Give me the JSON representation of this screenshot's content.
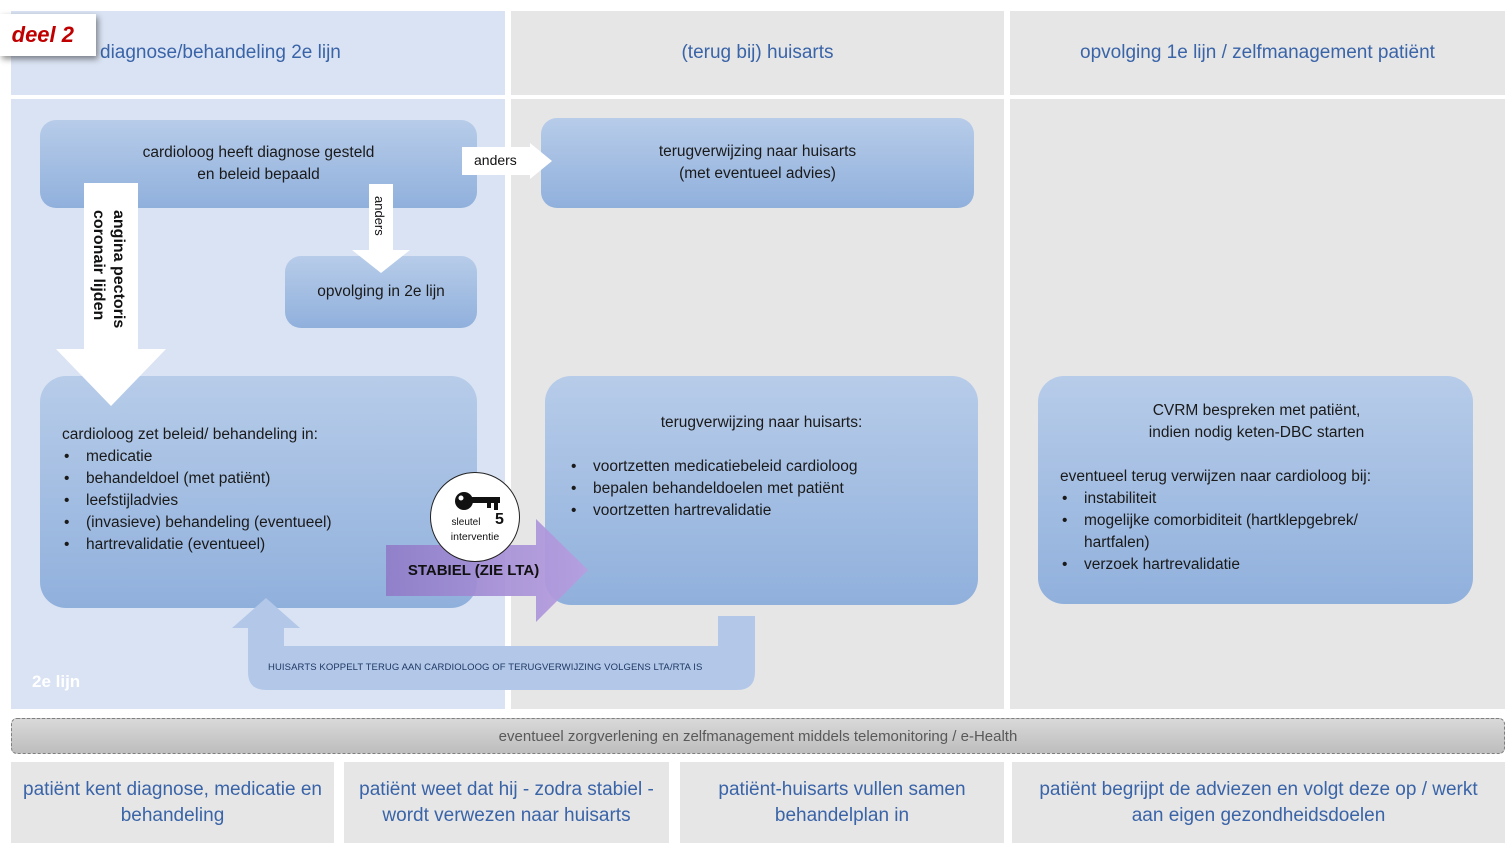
{
  "tag": "deel 2",
  "columns": [
    {
      "title": "diagnose/behandeling 2e lijn"
    },
    {
      "title": "(terug bij) huisarts"
    },
    {
      "title": "opvolging 1e lijn / zelfmanagement patiënt"
    }
  ],
  "zone_label": "2e lijn",
  "boxes": {
    "diagnose": {
      "line1": "cardioloog heeft diagnose gesteld",
      "line2": "en beleid bepaald"
    },
    "verwijzing_top": {
      "line1": "terugverwijzing naar huisarts",
      "line2": "(met eventueel advies)"
    },
    "opvolging_2e": {
      "text": "opvolging in 2e lijn"
    },
    "beleid": {
      "intro": "cardioloog zet beleid/ behandeling in:",
      "items": [
        "medicatie",
        "behandeldoel (met patiënt)",
        "leefstijladvies",
        "(invasieve) behandeling (eventueel)",
        "hartrevalidatie (eventueel)"
      ]
    },
    "verwijzing_mid": {
      "intro": "terugverwijzing naar huisarts:",
      "items": [
        "voortzetten medicatiebeleid cardioloog",
        "bepalen behandeldoelen met patiënt",
        "voortzetten hartrevalidatie"
      ]
    },
    "cvrm": {
      "line1": "CVRM bespreken met patiënt,",
      "line2": "indien nodig keten-DBC starten",
      "intro": "eventueel terug verwijzen naar cardioloog bij:",
      "items": [
        "instabiliteit",
        "mogelijke comorbiditeit (hartklepgebrek/ hartfalen)",
        "verzoek hartrevalidatie"
      ]
    }
  },
  "arrows": {
    "anders_right": "anders",
    "anders_down": "anders",
    "angina_line1": "angina pectoris",
    "angina_line2": "coronair lijden",
    "stabiel": "STABIEL (ZIE LTA)",
    "return": "HUISARTS KOPPELT TERUG AAN CARDIOLOOG OF TERUGVERWIJZING VOLGENS LTA/RTA IS"
  },
  "key_badge": {
    "label1": "sleutel",
    "label2": "interventie",
    "number": "5"
  },
  "telemonitoring": "eventueel zorgverlening en zelfmanagement middels telemonitoring / e-Health",
  "footer": [
    "patiënt kent diagnose, medicatie en behandeling",
    "patiënt weet dat hij - zodra stabiel - wordt verwezen naar huisarts",
    "patiënt-huisarts  vullen samen behandelplan in",
    "patiënt begrijpt de adviezen en volgt deze op / werkt aan eigen gezondheidsdoelen"
  ],
  "colors": {
    "zone_blue": "#dae3f3",
    "panel_grey": "#e6e6e6",
    "box_blue": "#9dbae2",
    "heading_blue": "#3a64a8",
    "tag_red": "#c00000",
    "stabiel_purple": "#a78fd0"
  }
}
